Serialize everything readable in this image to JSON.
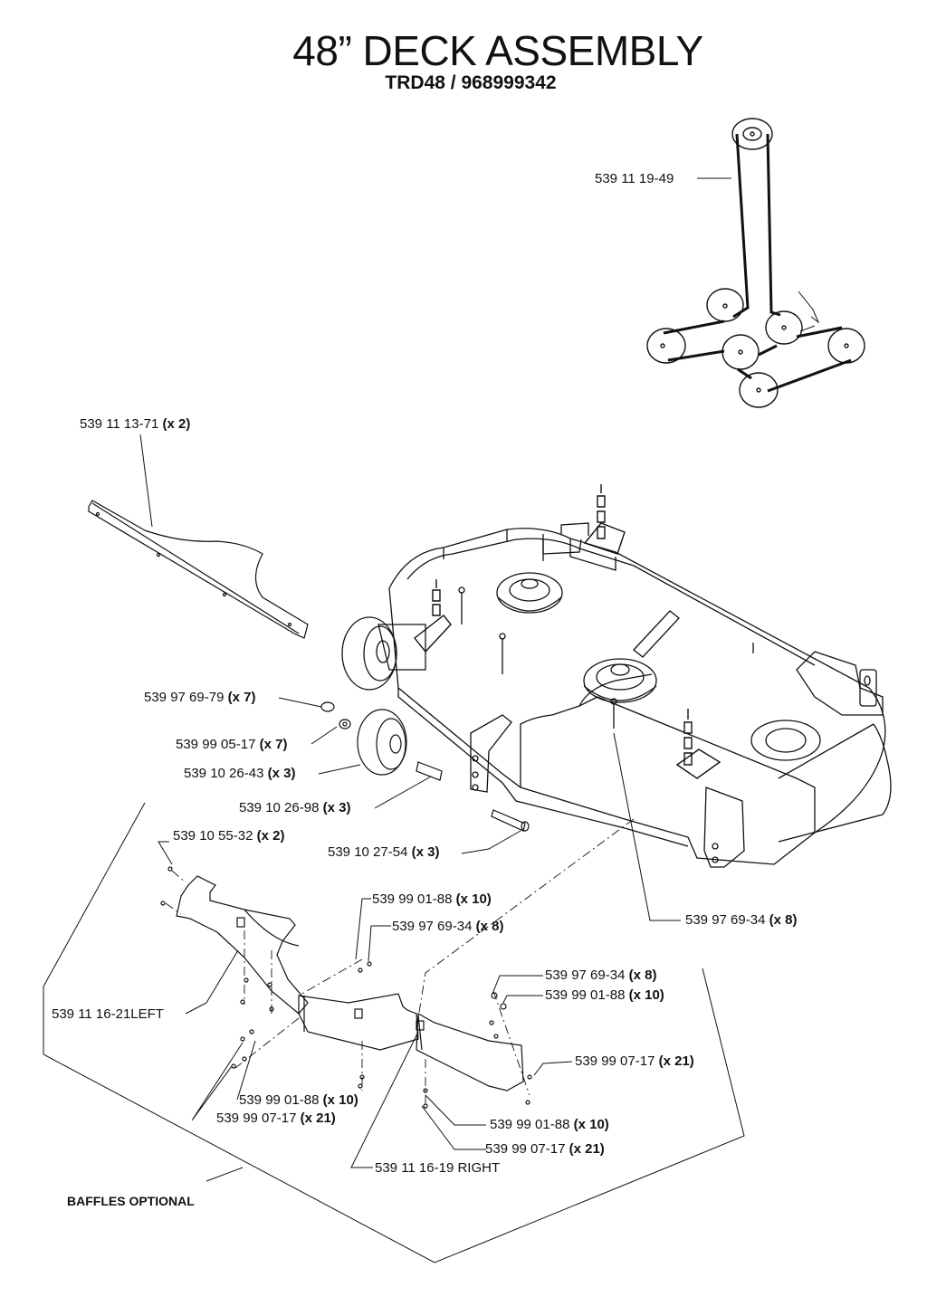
{
  "header": {
    "title": "48” DECK ASSEMBLY",
    "subtitle": "TRD48 / 968999342"
  },
  "parts": [
    {
      "number": "539 11 19-49",
      "qty": ""
    },
    {
      "number": "539 11 13-71",
      "qty": "(x 2)"
    },
    {
      "number": "539 97 69-79",
      "qty": "(x 7)"
    },
    {
      "number": "539 99 05-17",
      "qty": "(x 7)"
    },
    {
      "number": "539 10 26-43",
      "qty": "(x 3)"
    },
    {
      "number": "539 10 26-98",
      "qty": "(x 3)"
    },
    {
      "number": "539 10 55-32",
      "qty": "(x 2)"
    },
    {
      "number": "539 10 27-54",
      "qty": "(x 3)"
    },
    {
      "number": "539 97 69-34",
      "qty": "(x 8)"
    },
    {
      "number": "539 99 01-88",
      "qty": "(x 10)"
    },
    {
      "number": "539 97 69-34",
      "qty": "(x 8)"
    },
    {
      "number": "539 97 69-34",
      "qty": "(x 8)"
    },
    {
      "number": "539 99 01-88",
      "qty": "(x 10)"
    },
    {
      "number": "539 99 07-17",
      "qty": "(x 21)"
    },
    {
      "number": "539 11 16-21LEFT",
      "qty": ""
    },
    {
      "number": "539 99 01-88",
      "qty": "(x 10)"
    },
    {
      "number": "539 99 07-17",
      "qty": "(x 21)"
    },
    {
      "number": "539 99 01-88",
      "qty": "(x 10)"
    },
    {
      "number": "539 99 07-17",
      "qty": "(x 21)"
    },
    {
      "number": "539 11 16-19 RIGHT",
      "qty": ""
    }
  ],
  "note": "BAFFLES OPTIONAL"
}
